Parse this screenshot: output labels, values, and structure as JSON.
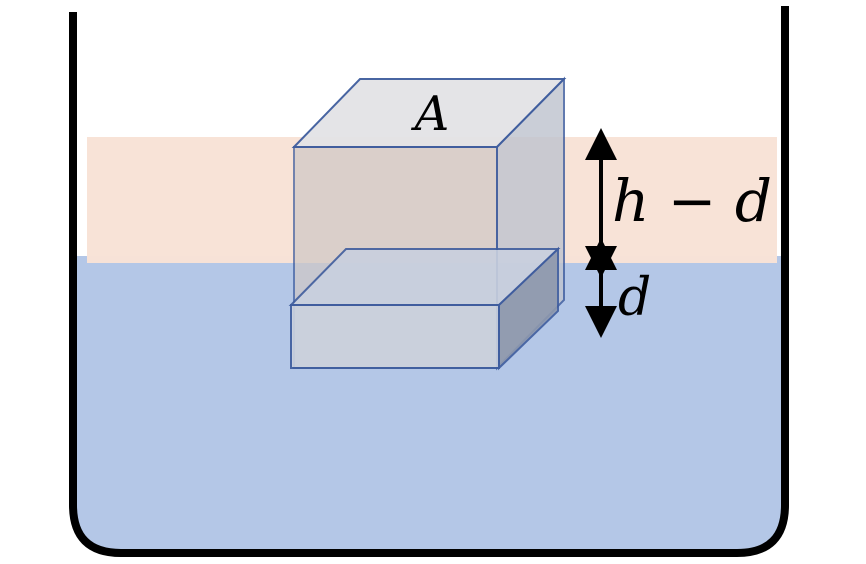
{
  "labels": {
    "top_face": "A",
    "upper_span": "h − d",
    "lower_span": "d"
  },
  "colors": {
    "background": "#ffffff",
    "water": "#b4c7e7",
    "oil_layer": "#f8e2d6",
    "box_fill": "#c6ccd8",
    "box_edge": "#3f5d9e",
    "container_wall": "#000000",
    "arrow": "#000000"
  }
}
